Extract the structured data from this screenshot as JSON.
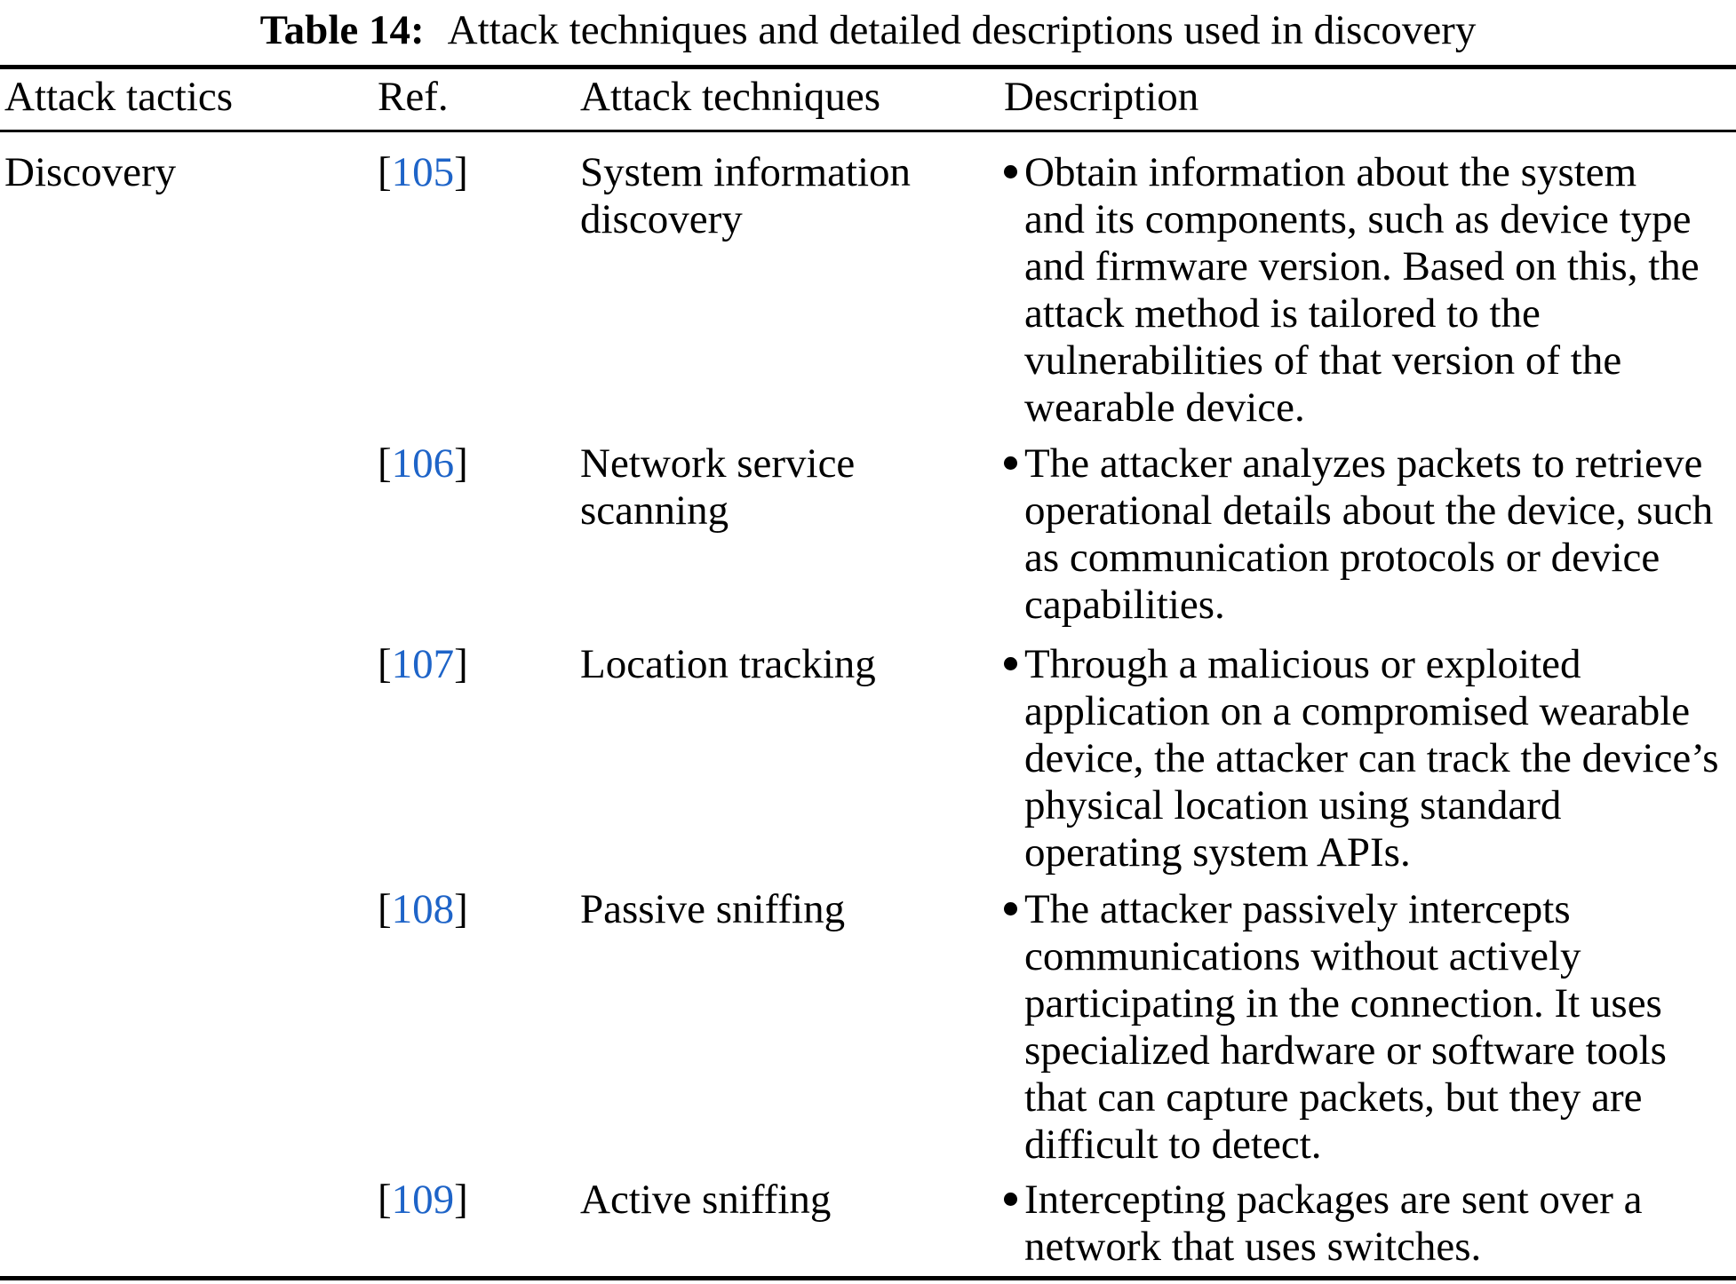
{
  "caption": {
    "label": "Table 14:",
    "text": "Attack techniques and detailed descriptions used in discovery"
  },
  "punctuation": {
    "open_bracket": "[",
    "close_bracket": "]"
  },
  "colors": {
    "citation_blue": "#1e64c8",
    "text_black": "#000000"
  },
  "table": {
    "headers": {
      "tactics": "Attack tactics",
      "ref": "Ref.",
      "techniques": "Attack techniques",
      "description": "Description"
    },
    "rows": [
      {
        "tactic": "Discovery",
        "ref_number": "105",
        "technique": "System information\ndiscovery",
        "description": "Obtain information about the system\nand its components, such as device type\nand firmware version. Based on this, the\nattack method is tailored to the\nvulnerabilities of that version of the\nwearable device."
      },
      {
        "tactic": "",
        "ref_number": "106",
        "technique": "Network service\nscanning",
        "description": "The attacker analyzes packets to retrieve\noperational details about the device, such\nas communication protocols or device\ncapabilities."
      },
      {
        "tactic": "",
        "ref_number": "107",
        "technique": "Location tracking",
        "description": "Through a malicious or exploited\napplication on a compromised wearable\ndevice, the attacker can track the device’s\nphysical location using standard\noperating system APIs."
      },
      {
        "tactic": "",
        "ref_number": "108",
        "technique": "Passive sniffing",
        "description": "The attacker passively intercepts\ncommunications without actively\nparticipating in the connection. It uses\nspecialized hardware or software tools\nthat can capture packets, but they are\ndifficult to detect."
      },
      {
        "tactic": "",
        "ref_number": "109",
        "technique": "Active sniffing",
        "description": "Intercepting packages are sent over a\nnetwork that uses switches."
      }
    ]
  }
}
